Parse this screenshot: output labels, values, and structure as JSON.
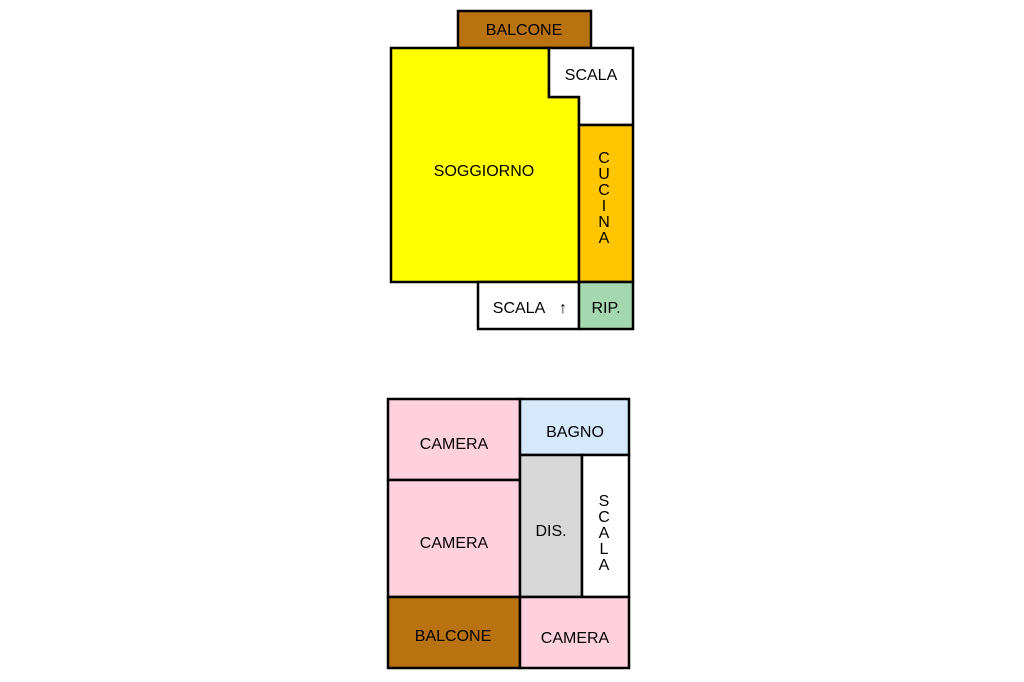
{
  "colors": {
    "balcone": "#B8720F",
    "soggiorno": "#FFFF00",
    "cucina": "#FFC600",
    "ripostiglio": "#A4D9B0",
    "scala": "#FFFFFF",
    "camera": "#FFD1DC",
    "bagno": "#D6E9FC",
    "disimpegno": "#D8D8D8",
    "wall": "#000000"
  },
  "top_floor": {
    "balcone": "BALCONE",
    "scala_top": "SCALA",
    "soggiorno": "SOGGIORNO",
    "cucina": "CUCINA",
    "scala_bottom": "SCALA",
    "stair_arrow": "↑",
    "rip": "RIP."
  },
  "bottom_floor": {
    "camera_1": "CAMERA",
    "bagno": "BAGNO",
    "camera_2": "CAMERA",
    "dis": "DIS.",
    "scala": "SCALA",
    "balcone": "BALCONE",
    "camera_3": "CAMERA"
  }
}
